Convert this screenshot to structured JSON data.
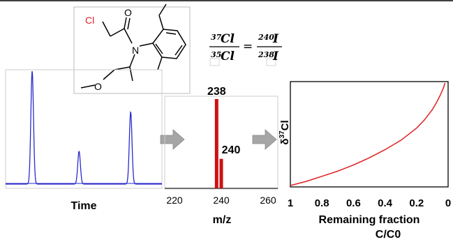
{
  "molecule": {
    "atoms": {
      "cl": "Cl",
      "o_carbonyl": "O",
      "n": "N",
      "o_ether": "O"
    },
    "cl_color": "#e8202a"
  },
  "equation": {
    "lhs_num_mass": "37",
    "lhs_num_el": "Cl",
    "lhs_den_mass": "35",
    "lhs_den_el": "Cl",
    "equals": "=",
    "rhs_num_mass": "240",
    "rhs_num_el": "I",
    "rhs_den_mass": "238",
    "rhs_den_el": "I"
  },
  "chromatogram": {
    "xlabel": "Time",
    "trace_color": "#2a2acb",
    "peaks": [
      {
        "t": 0.17,
        "h": 1.0
      },
      {
        "t": 0.47,
        "h": 0.29
      },
      {
        "t": 0.8,
        "h": 0.64
      }
    ]
  },
  "arrows": {
    "color": "#a6a6a6"
  },
  "chart_data": [
    {
      "type": "bar",
      "xlabel": "m/z",
      "xlim": [
        220,
        260
      ],
      "xticks": [
        "220",
        "240",
        "260"
      ],
      "bar_color": "#cc1111",
      "bars": [
        {
          "x": 238,
          "value": 1.0,
          "label": "238"
        },
        {
          "x": 240,
          "value": 0.33,
          "label": "240"
        }
      ]
    },
    {
      "type": "line",
      "xlabel": "Remaining fraction",
      "xlabel2": "C/C0",
      "ylabel_sup": "37",
      "ylabel_pre": "δ",
      "ylabel_el": "Cl",
      "xlim": [
        1,
        0
      ],
      "xticks": [
        "1",
        "0.8",
        "0.6",
        "0.4",
        "0.2",
        "0"
      ],
      "line_color": "#e02020",
      "x": [
        1.0,
        0.9,
        0.8,
        0.7,
        0.6,
        0.5,
        0.4,
        0.3,
        0.2,
        0.15,
        0.1,
        0.07,
        0.05,
        0.03,
        0.02
      ],
      "y": [
        0.0,
        0.04,
        0.09,
        0.14,
        0.2,
        0.27,
        0.35,
        0.44,
        0.56,
        0.64,
        0.74,
        0.82,
        0.88,
        0.95,
        1.0
      ]
    }
  ]
}
